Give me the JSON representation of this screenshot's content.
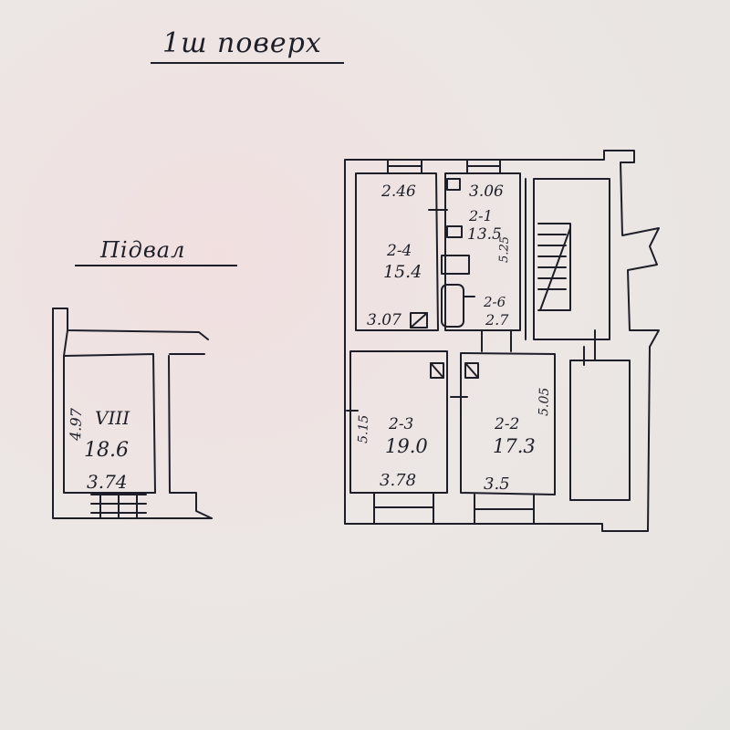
{
  "floor_title": "1ш поверх",
  "basement_title": "Підвал",
  "basement": {
    "room_id": "VIII",
    "area": "18.6",
    "width": "3.74",
    "height": "4.97"
  },
  "rooms": [
    {
      "id": "2-4",
      "area": "15.4",
      "top_dim": "2.46",
      "bottom_dim": "3.07"
    },
    {
      "id": "2-1",
      "area": "13.5",
      "top_dim": "3.06",
      "side_dim": "5.25"
    },
    {
      "id": "2-6",
      "area": "2.7"
    },
    {
      "id": "2-3",
      "area": "19.0",
      "bottom_dim": "3.78",
      "side_dim": "5.15"
    },
    {
      "id": "2-2",
      "area": "17.3",
      "bottom_dim": "3.5",
      "side_dim": "5.05"
    }
  ]
}
